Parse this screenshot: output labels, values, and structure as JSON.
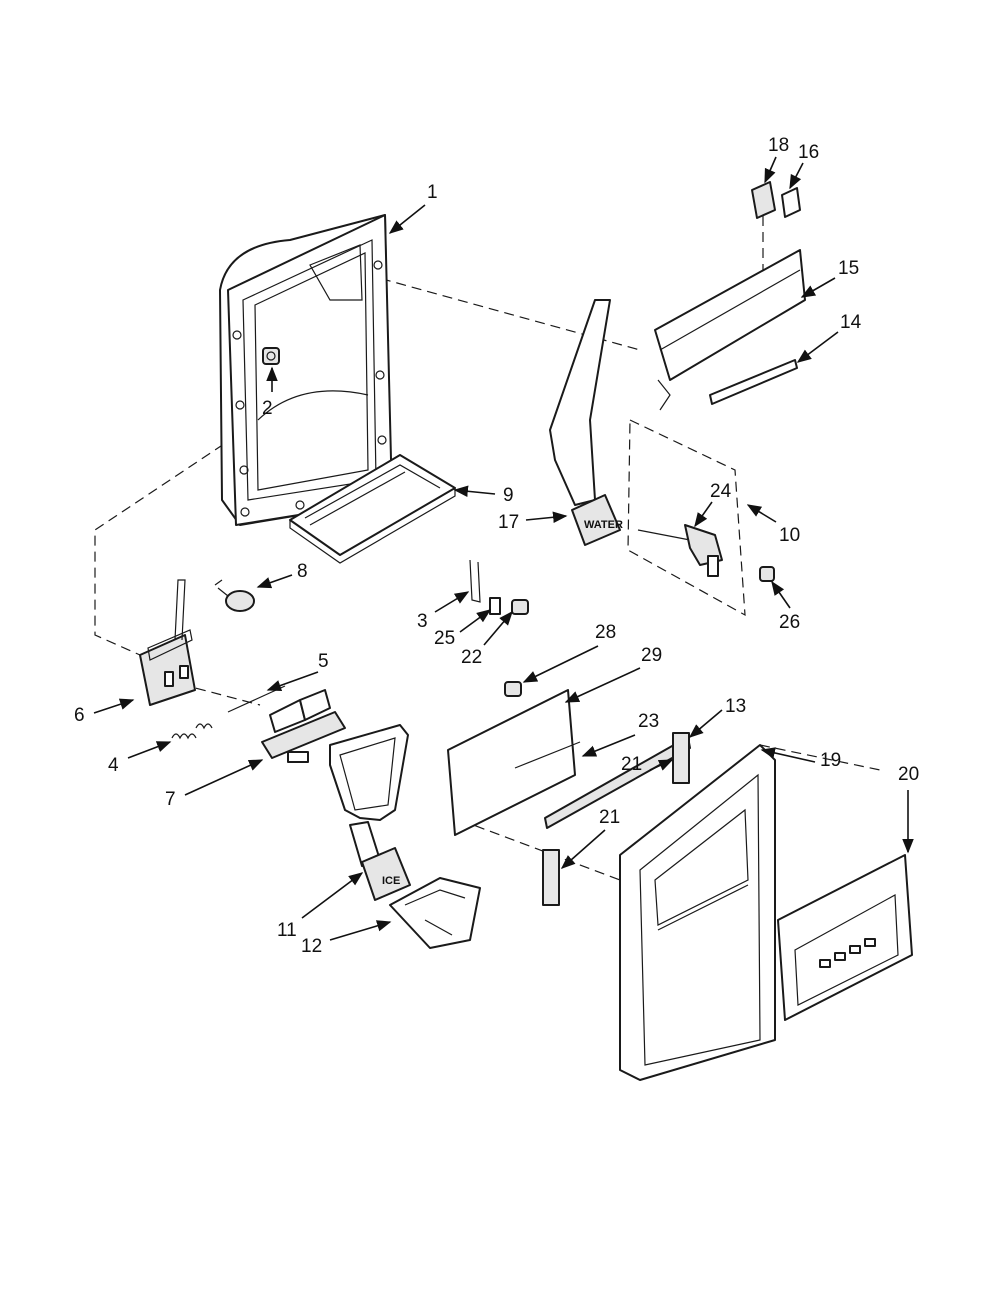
{
  "diagram": {
    "callouts": [
      "1",
      "2",
      "3",
      "4",
      "5",
      "6",
      "7",
      "8",
      "9",
      "10",
      "11",
      "12",
      "13",
      "14",
      "15",
      "16",
      "17",
      "18",
      "19",
      "20",
      "21",
      "21",
      "22",
      "23",
      "24",
      "25",
      "26",
      "28",
      "29"
    ],
    "paddle_labels": {
      "water": "WATER",
      "ice": "ICE"
    }
  }
}
